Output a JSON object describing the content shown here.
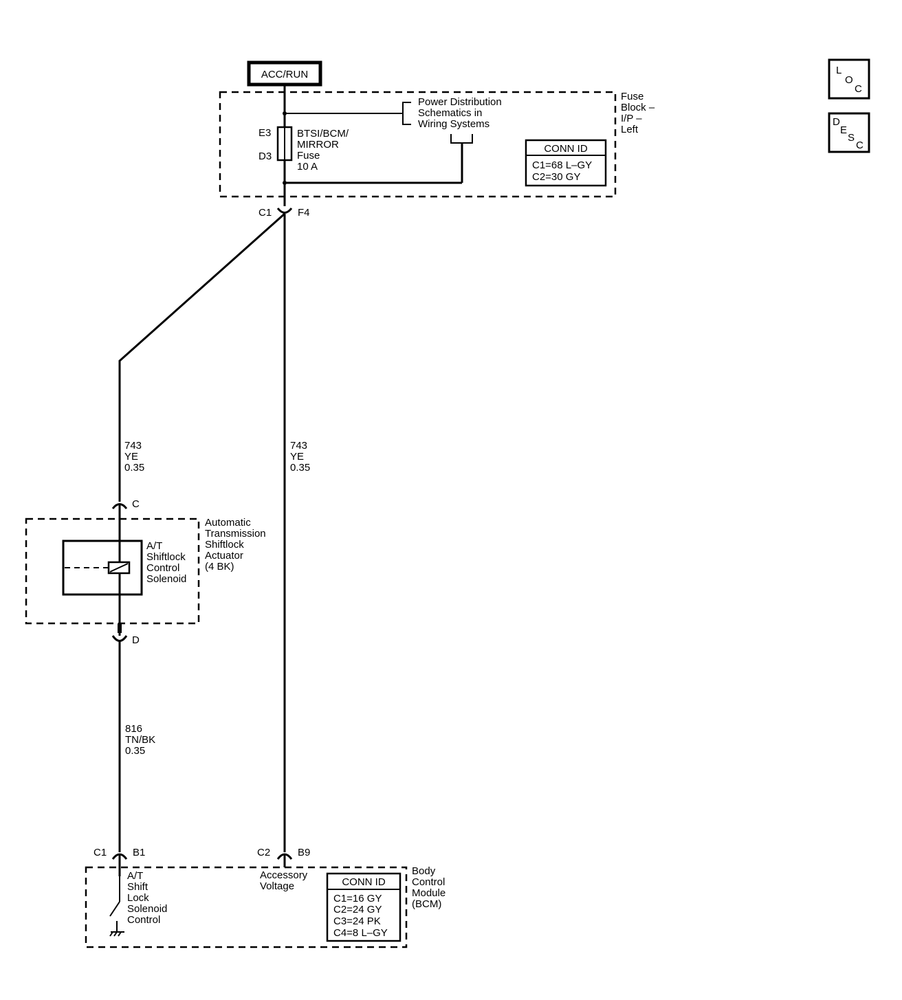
{
  "power_source": "ACC/RUN",
  "fuse_block": {
    "label": [
      "Fuse",
      "Block –",
      "I/P –",
      "Left"
    ],
    "fuse_pin_top": "E3",
    "fuse_pin_bottom": "D3",
    "fuse_label": [
      "BTSI/BCM/",
      "MIRROR",
      "Fuse",
      "10 A"
    ],
    "power_dist_ref": [
      "Power Distribution",
      "Schematics in",
      "Wiring Systems"
    ],
    "conn_id_title": "CONN ID",
    "conn_ids": [
      "C1=68 L–GY",
      "C2=30 GY"
    ],
    "out_connector": "C1",
    "out_pin": "F4"
  },
  "wire_left": {
    "circuit": "743",
    "color": "YE",
    "size": "0.35"
  },
  "wire_right": {
    "circuit": "743",
    "color": "YE",
    "size": "0.35"
  },
  "actuator": {
    "pin_top": "C",
    "pin_bottom": "D",
    "label": [
      "Automatic",
      "Transmission",
      "Shiftlock",
      "Actuator",
      "(4 BK)"
    ],
    "solenoid_label": [
      "A/T",
      "Shiftlock",
      "Control",
      "Solenoid"
    ]
  },
  "wire_bottom": {
    "circuit": "816",
    "color": "TN/BK",
    "size": "0.35"
  },
  "bcm": {
    "left_connector": "C1",
    "left_pin": "B1",
    "right_connector": "C2",
    "right_pin": "B9",
    "control_label": [
      "A/T",
      "Shift",
      "Lock",
      "Solenoid",
      "Control"
    ],
    "accessory_label": [
      "Accessory",
      "Voltage"
    ],
    "conn_id_title": "CONN ID",
    "conn_ids": [
      "C1=16 GY",
      "C2=24 GY",
      "C3=24 PK",
      "C4=8 L–GY"
    ],
    "label": [
      "Body",
      "Control",
      "Module",
      "(BCM)"
    ]
  },
  "nav_icons": [
    {
      "name": "loc-icon",
      "letters": [
        "L",
        "O",
        "C"
      ]
    },
    {
      "name": "desc-icon",
      "letters": [
        "D",
        "E",
        "S",
        "C"
      ]
    }
  ]
}
